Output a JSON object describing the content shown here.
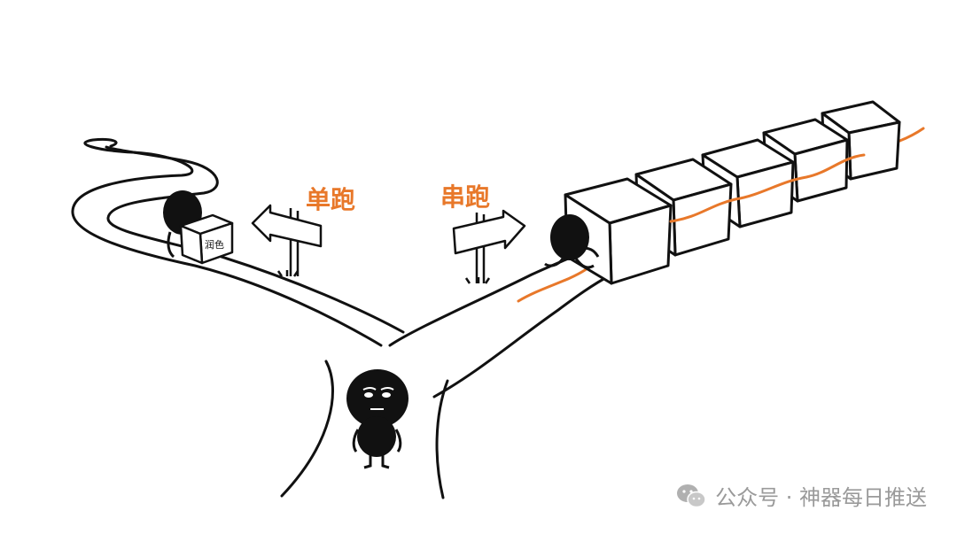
{
  "signs": {
    "left": "单跑",
    "right": "串跑"
  },
  "box_label": "润色",
  "watermark": {
    "icon": "wechat-icon",
    "text": "公众号 · 神器每日推送"
  },
  "colors": {
    "ink": "#111111",
    "accent": "#e8782a",
    "watermark": "#9a9a9a"
  }
}
